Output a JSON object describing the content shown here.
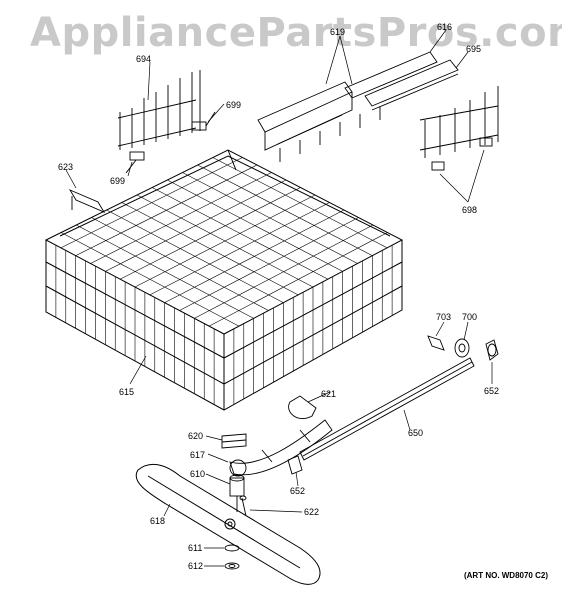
{
  "watermark": "AppliancePartsPros.com",
  "art_number": "(ART NO. WD8070 C2)",
  "callouts": {
    "c694": "694",
    "c699a": "699",
    "c699b": "699",
    "c619": "619",
    "c616": "616",
    "c695": "695",
    "c623": "623",
    "c698": "698",
    "c703": "703",
    "c700": "700",
    "c652a": "652",
    "c615": "615",
    "c621": "621",
    "c650": "650",
    "c620": "620",
    "c617": "617",
    "c610": "610",
    "c652b": "652",
    "c618": "618",
    "c622": "622",
    "c611": "611",
    "c612": "612"
  }
}
